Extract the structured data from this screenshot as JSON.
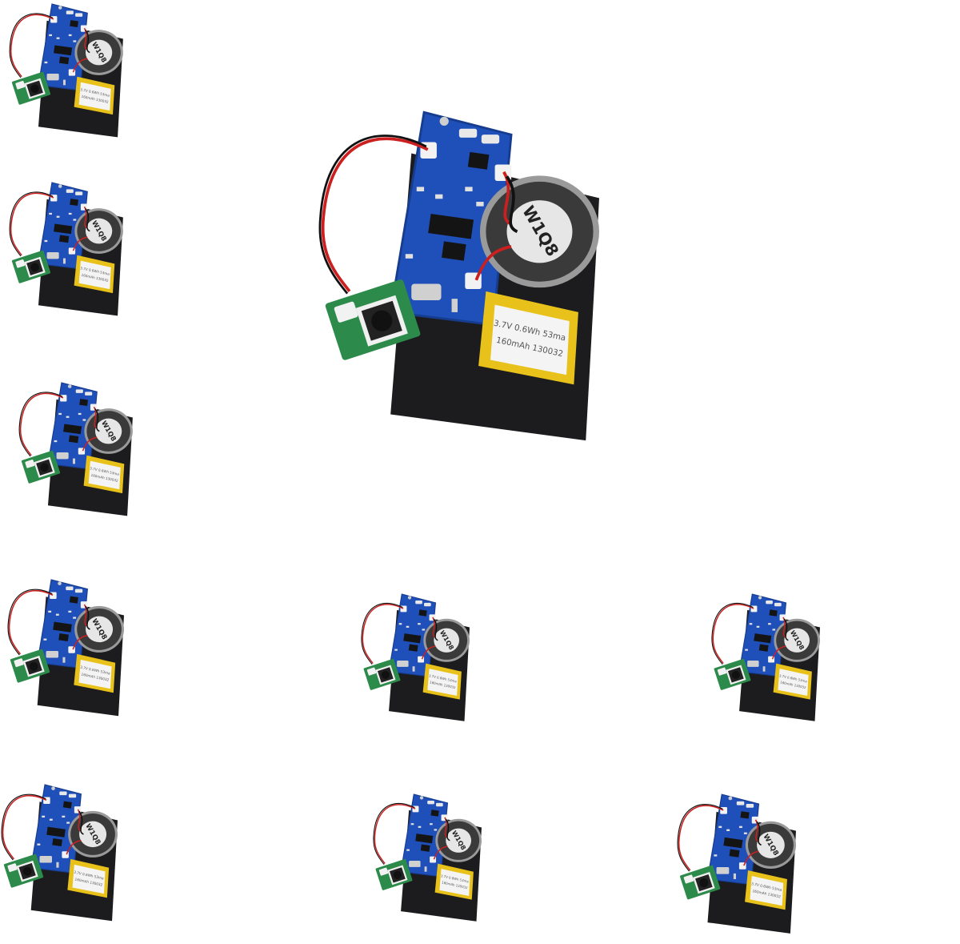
{
  "product": {
    "count": 10,
    "speaker_label": "W1Q8",
    "battery_label": "3.7V 0.6Wh 53ma",
    "battery_label_2": "160mAh 130032",
    "colors": {
      "pcb": "#1f4fb8",
      "pcb_dark": "#163c8e",
      "backing": "#1c1c1e",
      "speaker_rim": "#9a9a9a",
      "speaker_cone": "#3a3a3a",
      "speaker_cap": "#e6e6e6",
      "battery": "#e8c21a",
      "battery_label_bg": "#f4f4f4",
      "button_board": "#2c8a4a",
      "wire_red": "#cc1f1f",
      "wire_black": "#111111",
      "connector": "#f2f2f2",
      "chip": "#141414"
    }
  }
}
